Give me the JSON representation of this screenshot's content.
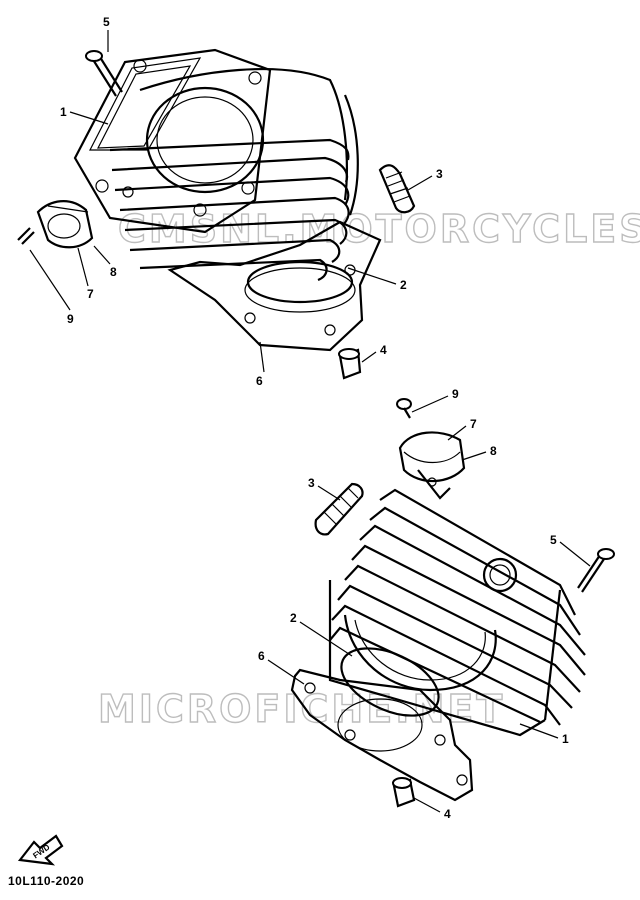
{
  "diagram": {
    "code": "10L110-2020",
    "fwd_label": "FWD",
    "watermarks": [
      "CMSNL.MOTORCYCLES.NET",
      "MICROFICHE.NET"
    ]
  },
  "callouts_top": [
    "5",
    "1",
    "3",
    "8",
    "7",
    "9",
    "2",
    "4",
    "6"
  ],
  "callouts_bottom": [
    "9",
    "7",
    "8",
    "3",
    "5",
    "2",
    "6",
    "1",
    "4"
  ]
}
